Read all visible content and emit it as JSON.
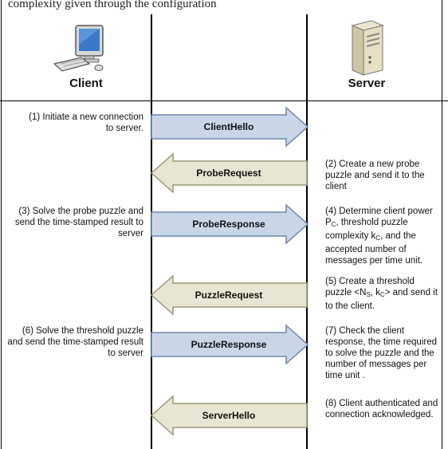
{
  "top_fragment": "complexity given through the configuration",
  "parties": {
    "client": "Client",
    "server": "Server"
  },
  "messages": [
    {
      "label": "ClientHello",
      "direction": "right"
    },
    {
      "label": "ProbeRequest",
      "direction": "left"
    },
    {
      "label": "ProbeResponse",
      "direction": "right"
    },
    {
      "label": "PuzzleRequest",
      "direction": "left"
    },
    {
      "label": "PuzzleResponse",
      "direction": "right"
    },
    {
      "label": "ServerHello",
      "direction": "left"
    }
  ],
  "client_steps": [
    "(1) Initiate a new connection to server.",
    "(3) Solve the probe puzzle and send the time-stamped result to server",
    "(6) Solve the threshold puzzle and send the time-stamped result to server"
  ],
  "server_steps": [
    "(2) Create a new probe puzzle and send it to the client",
    {
      "pre": "(4) Determine client power P",
      "sub1": "C",
      "mid": ", threshold puzzle complexity k",
      "sub2": "C",
      "post": ", and the accepted number of messages per time unit."
    },
    {
      "pre": "(5) Create a threshold puzzle <N",
      "sub1": "S",
      "mid": ", k",
      "sub2": "C",
      "post": "> and send it to the client."
    },
    "(7) Check the client response, the time required to solve the puzzle and the number of messages per time unit .",
    "(8) Client authenticated and connection acknowledged."
  ],
  "colors": {
    "right_arrow_fill": "#c9d6e8",
    "right_arrow_stroke": "#6f87ac",
    "left_arrow_fill": "#e8e6d2",
    "left_arrow_stroke": "#9a9878"
  },
  "icons": {
    "client": "desktop-computer-icon",
    "server": "server-tower-icon"
  }
}
